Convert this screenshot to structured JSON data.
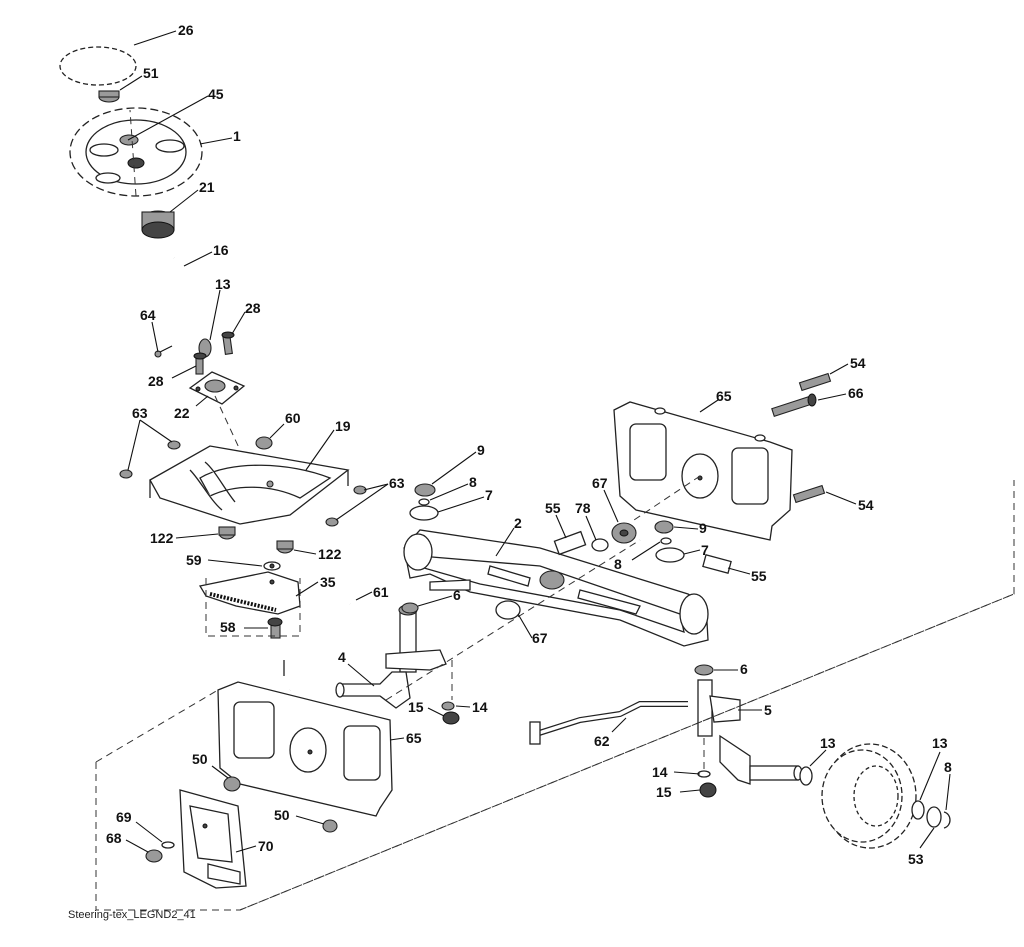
{
  "caption": "Steering-tex_LEGND2_41",
  "callouts": [
    "26",
    "51",
    "45",
    "1",
    "21",
    "16",
    "13",
    "28",
    "64",
    "28",
    "22",
    "60",
    "19",
    "63",
    "63",
    "122",
    "122",
    "59",
    "35",
    "58",
    "61",
    "4",
    "9",
    "8",
    "7",
    "2",
    "55",
    "78",
    "67",
    "9",
    "8",
    "7",
    "55",
    "67",
    "6",
    "65",
    "54",
    "66",
    "54",
    "65",
    "15",
    "14",
    "6",
    "5",
    "62",
    "50",
    "50",
    "69",
    "68",
    "70",
    "14",
    "15",
    "13",
    "13",
    "8",
    "53"
  ]
}
